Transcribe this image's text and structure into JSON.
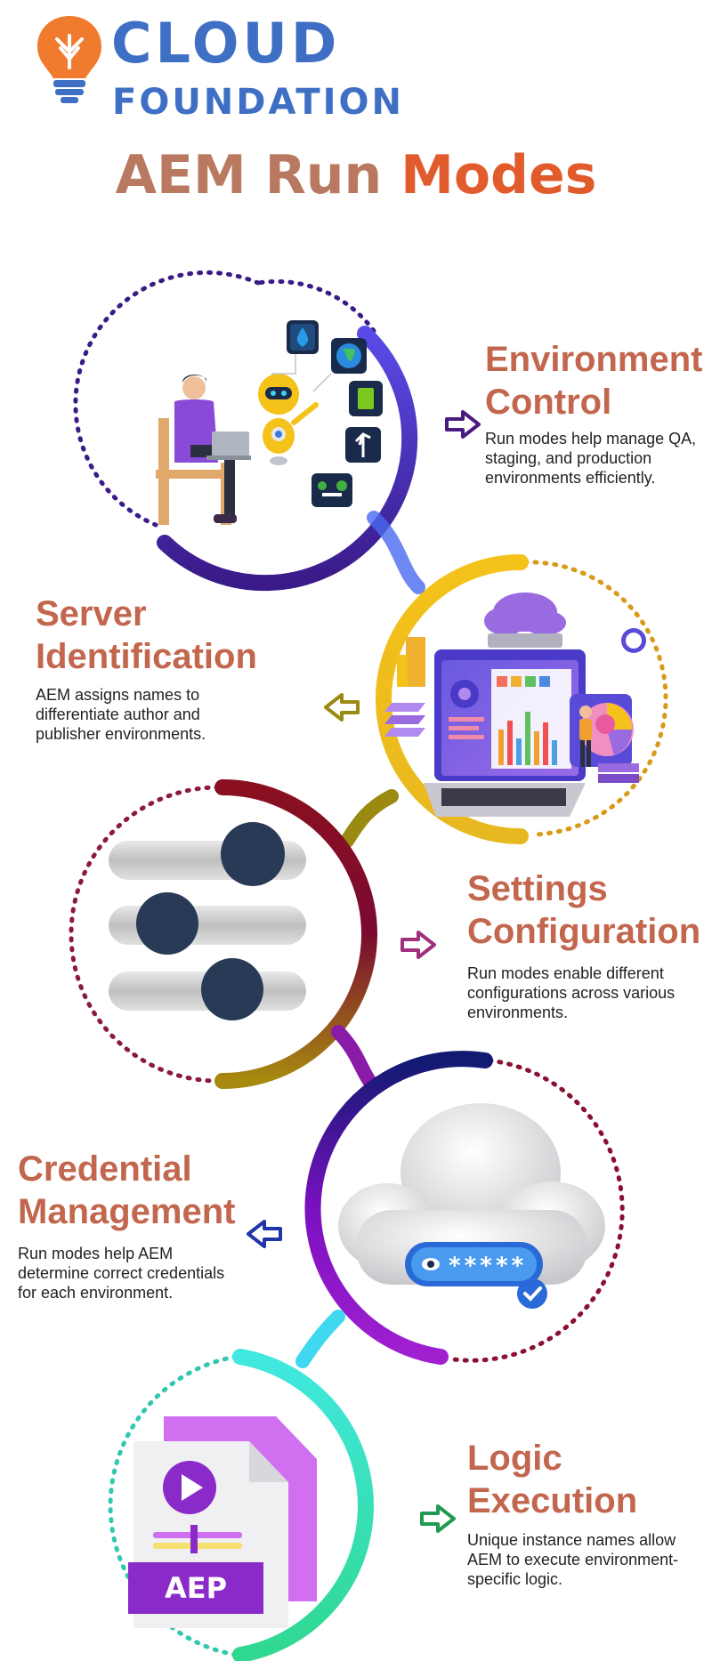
{
  "brand": {
    "line1": "CLOUD",
    "line2": "FOUNDATION",
    "color": "#3f6fc4",
    "accent": "#f07b2e"
  },
  "page_title": {
    "part1": "AEM Run",
    "part2": "Modes"
  },
  "sections": [
    {
      "title_line1": "Environment",
      "title_line2": "Control",
      "description": "Run modes help manage QA, staging, and production environments efficiently.",
      "illustration": "person-robot-icons-illustration",
      "arrow_color": "#4a1a80"
    },
    {
      "title_line1": "Server",
      "title_line2": "Identification",
      "description": "AEM assigns names to differentiate author and publisher environments.",
      "illustration": "dashboard-laptop-illustration",
      "arrow_color": "#9a8a12"
    },
    {
      "title_line1": "Settings",
      "title_line2": "Configuration",
      "description": "Run modes enable different configurations across various environments.",
      "illustration": "toggle-switches-illustration",
      "arrow_color": "#a0307c"
    },
    {
      "title_line1": "Credential",
      "title_line2": "Management",
      "description": "Run modes help AEM determine correct credentials for each environment.",
      "illustration": "cloud-password-illustration",
      "password_text": "*****",
      "arrow_color": "#2036a8"
    },
    {
      "title_line1": "Logic",
      "title_line2": "Execution",
      "description": "Unique instance names allow AEM to execute environment-specific logic.",
      "illustration": "aep-file-illustration",
      "file_label": "AEP",
      "arrow_color": "#1f9a50"
    }
  ]
}
